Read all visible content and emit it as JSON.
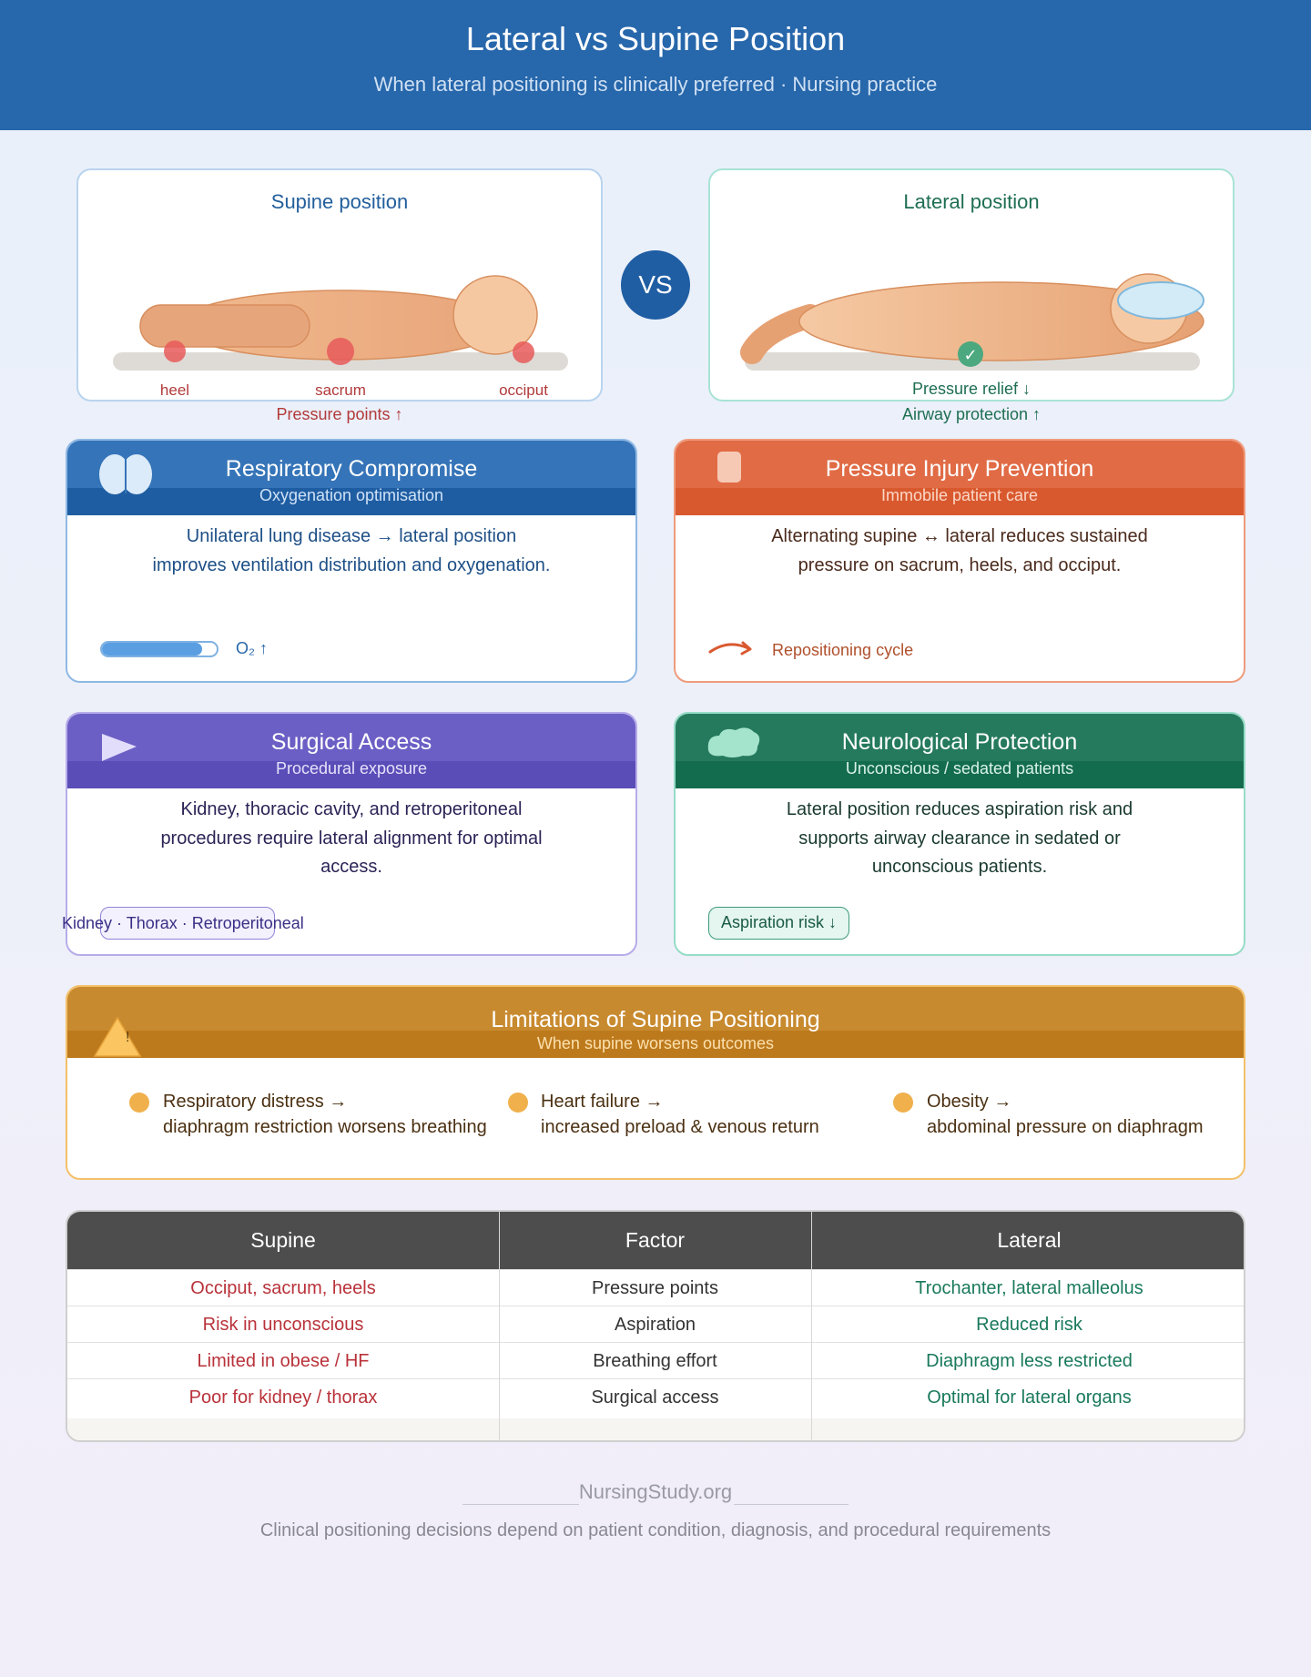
{
  "header": {
    "title": "Lateral vs Supine Position",
    "subtitle": "When lateral positioning is clinically preferred · Nursing practice"
  },
  "supine": {
    "title": "Supine position",
    "points": [
      "heel",
      "sacrum",
      "occiput"
    ],
    "caption": "Pressure points ↑"
  },
  "vs_label": "VS",
  "lateral": {
    "title": "Lateral position",
    "caption_1": "Pressure relief ↓",
    "caption_2": "Airway protection ↑",
    "check": "✓"
  },
  "cards": {
    "respiratory": {
      "title": "Respiratory Compromise",
      "subtitle": "Oxygenation optimisation",
      "body": "Unilateral lung disease → lateral position improves ventilation distribution and oxygenation.",
      "indicator": "O₂ ↑",
      "indicator_fill": 0.87
    },
    "pressure": {
      "title": "Pressure Injury Prevention",
      "subtitle": "Immobile patient care",
      "body": "Alternating supine ↔ lateral reduces sustained pressure on sacrum, heels, and occiput.",
      "indicator": "Repositioning cycle"
    },
    "surgical": {
      "title": "Surgical Access",
      "subtitle": "Procedural exposure",
      "body": "Kidney, thoracic cavity, and retroperitoneal procedures require lateral alignment for optimal access.",
      "indicator": "Kidney · Thorax · Retroperitoneal"
    },
    "neuro": {
      "title": "Neurological Protection",
      "subtitle": "Unconscious / sedated patients",
      "body": "Lateral position reduces aspiration risk and supports airway clearance in sedated or unconscious patients.",
      "indicator": "Aspiration risk ↓"
    }
  },
  "limitations": {
    "title": "Limitations of Supine Positioning",
    "subtitle": "When supine worsens outcomes",
    "warning_glyph": "!",
    "items": [
      {
        "head": "Respiratory distress →",
        "detail": "diaphragm restriction worsens breathing"
      },
      {
        "head": "Heart failure →",
        "detail": "increased preload & venous return"
      },
      {
        "head": "Obesity →",
        "detail": "abdominal pressure on diaphragm"
      }
    ]
  },
  "table": {
    "headers": [
      "Supine",
      "Factor",
      "Lateral"
    ],
    "rows": [
      [
        "Occiput, sacrum, heels",
        "Pressure points",
        "Trochanter, lateral malleolus"
      ],
      [
        "Risk in unconscious",
        "Aspiration",
        "Reduced risk"
      ],
      [
        "Limited in obese / HF",
        "Breathing effort",
        "Diaphragm less restricted"
      ],
      [
        "Poor for kidney / thorax",
        "Surgical access",
        "Optimal for lateral organs"
      ]
    ]
  },
  "footer": {
    "brand": "NursingStudy.org",
    "note": "Clinical positioning decisions depend on patient condition, diagnosis, and procedural requirements"
  }
}
